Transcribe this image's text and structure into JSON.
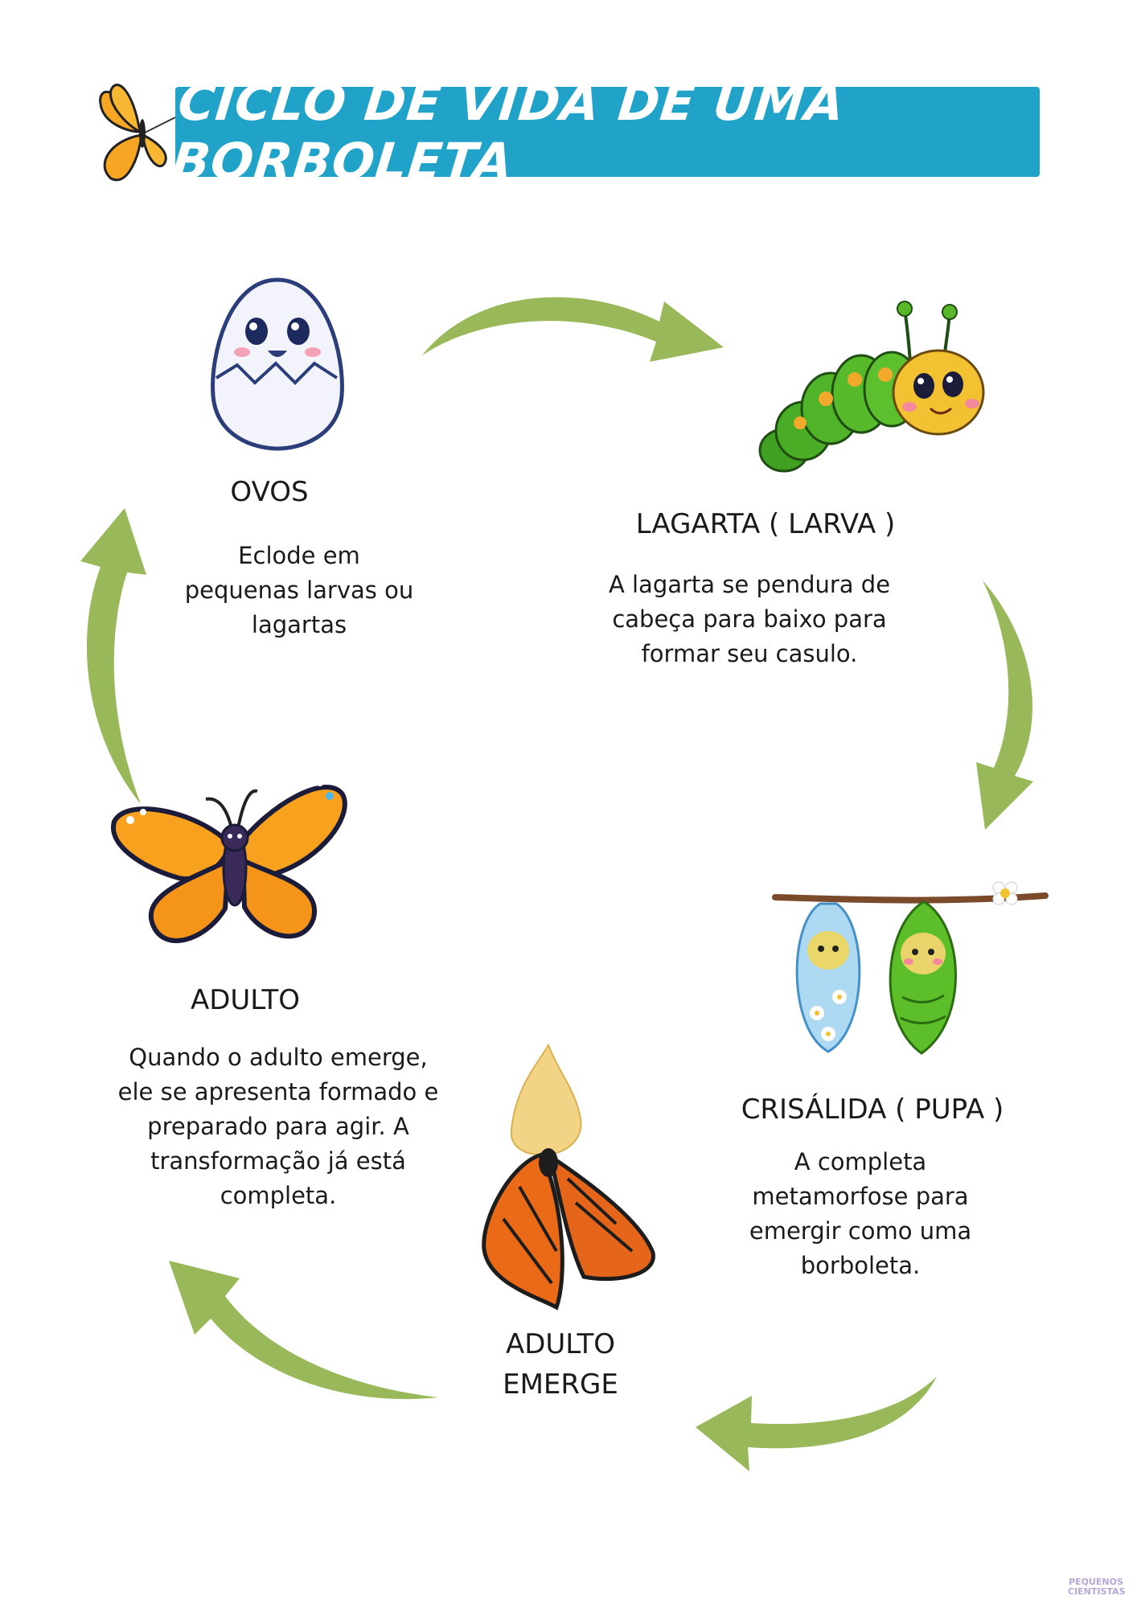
{
  "header": {
    "title": "CICLO DE VIDA DE UMA BORBOLETA",
    "title_bg_color": "#21a3c9"
  },
  "stages": {
    "eggs": {
      "label": "OVOS",
      "description": "Eclode em pequenas larvas ou lagartas",
      "icon": "egg-icon"
    },
    "caterpillar": {
      "label": "LAGARTA ( LARVA )",
      "description": "A lagarta se pendura de cabeça para baixo para formar seu casulo.",
      "icon": "caterpillar-icon"
    },
    "chrysalis": {
      "label": "CRISÁLIDA ( PUPA )",
      "description": "A completa metamorfose para emergir como uma borboleta.",
      "icon": "chrysalis-icon"
    },
    "emerging": {
      "label_line1": "ADULTO",
      "label_line2": "EMERGE",
      "icon": "emerging-butterfly-icon"
    },
    "adult": {
      "label": "ADULTO",
      "description": "Quando o adulto emerge, ele se apresenta formado e preparado para agir. A transformação já está completa.",
      "icon": "butterfly-icon"
    }
  },
  "arrow_color": "#99b85a",
  "watermark": {
    "line1": "PEQUENOS",
    "line2": "CIENTISTAS"
  }
}
